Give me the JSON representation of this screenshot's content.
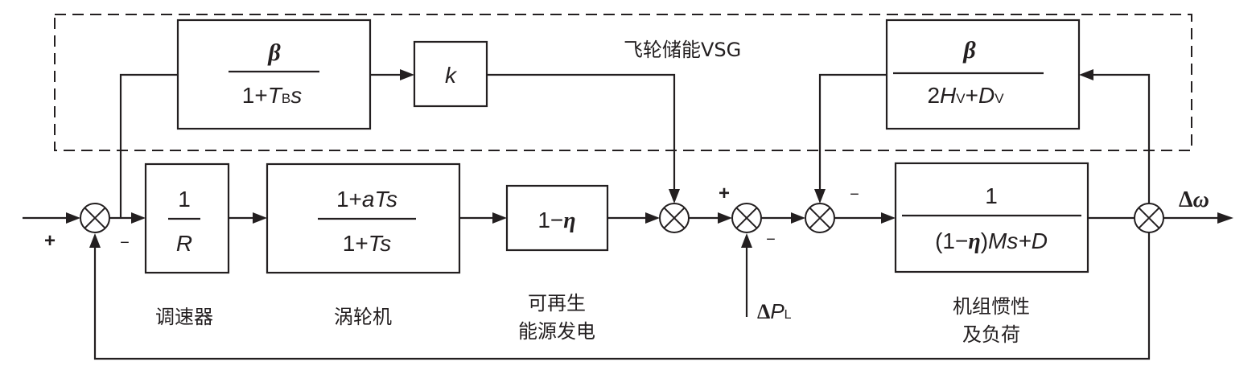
{
  "title": "飞轮储能VSG",
  "blocks": {
    "governor": {
      "num": "1",
      "den": "R",
      "label": "调速器"
    },
    "turbine": {
      "num_pre": "1+",
      "num_a": "aTs",
      "den_pre": "1+",
      "den_t": "Ts",
      "label": "涡轮机"
    },
    "renewable": {
      "pre": "1−",
      "eta": "η",
      "label_line1": "可再生",
      "label_line2": "能源发电"
    },
    "inertia": {
      "num": "1",
      "den_pre": "(1−",
      "den_eta": "η",
      "den_post": ")",
      "den_ms": "Ms+D",
      "label_line1": "机组惯性",
      "label_line2": "及负荷"
    },
    "filter": {
      "num": "β",
      "den_pre": "1+",
      "den_T": "T",
      "den_sub": "B",
      "den_s": "s"
    },
    "gain": {
      "text": "k"
    },
    "vsg": {
      "num": "β",
      "den_pre": "2",
      "den_H": "H",
      "den_sub1": "V",
      "den_plus": "+",
      "den_D": "D",
      "den_sub2": "V"
    }
  },
  "signs": {
    "sum1_plus": "+",
    "sum1_minus": "−",
    "sum3_plus": "+",
    "sum3_minus": "−",
    "sum4_minus": "−"
  },
  "signals": {
    "load_delta": "Δ",
    "load_P": "P",
    "load_sub": "L",
    "output_delta": "Δ",
    "output_omega": "ω"
  }
}
